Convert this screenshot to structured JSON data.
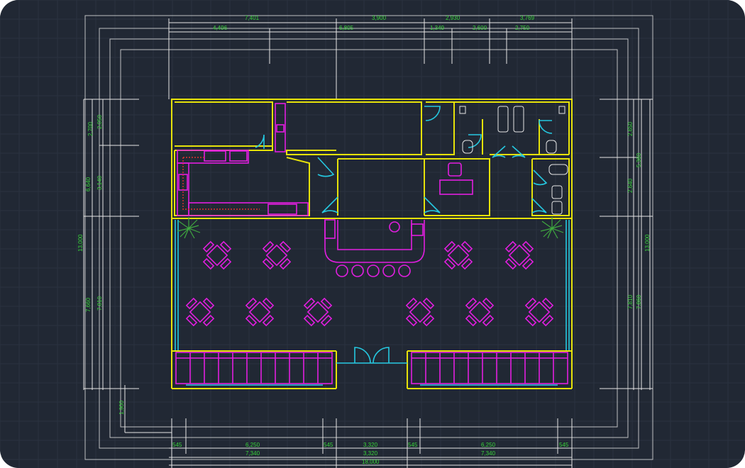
{
  "window": {
    "background": "#212834"
  },
  "colors": {
    "walls": "#e6e20a",
    "furniture": "#e21ee0",
    "doors": "#25c8e0",
    "dimensions": "#39d23a",
    "dimension_lines": "#e6e6e6"
  },
  "dimensions": {
    "top_row1": [
      "7,401",
      "3,900",
      "2,930",
      "3,769"
    ],
    "top_row2": [
      "4,496",
      "6,805",
      "1,349",
      "2,600",
      "2,750"
    ],
    "bottom_row1": [
      "545",
      "6,250",
      "545",
      "3,320",
      "545",
      "6,250",
      "545"
    ],
    "bottom_row2": [
      "7,340",
      "3,320",
      "7,340"
    ],
    "bottom_total": "18,000",
    "left_outer": [
      "6,640",
      "7,660"
    ],
    "left_inner": [
      "2,700",
      "2,050",
      "3,140",
      "7,810"
    ],
    "left_total": "13,000",
    "left_small": "1,900",
    "right_inner": [
      "2,650",
      "2,640",
      "7,810"
    ],
    "right_outer": [
      "5,360",
      "7,860"
    ],
    "right_total": "13,000"
  }
}
